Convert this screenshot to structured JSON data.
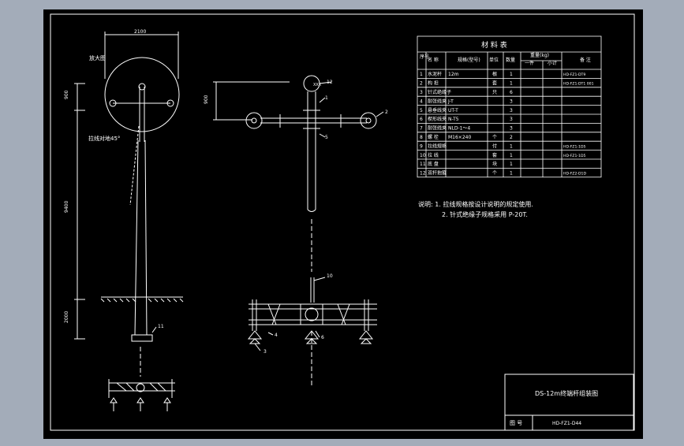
{
  "drawing": {
    "dimensions": {
      "top_width": "2100",
      "top_height": "900",
      "middle_height": "9400",
      "bottom_height": "2000",
      "side_view_height": "900"
    },
    "annotations": {
      "enlarge_label": "放大图",
      "guy_angle": "拉线对地45°"
    },
    "balloons": {
      "b12": "12",
      "b1": "1",
      "b2": "2",
      "b5": "5",
      "b11": "11",
      "b10": "10",
      "b3": "3",
      "b4": "4",
      "b6": "6",
      "ax": "XXX"
    },
    "table": {
      "title": "材 料 表",
      "headers": {
        "seq": "序号",
        "name": "名 称",
        "spec": "规格(型号)",
        "unit": "单位",
        "qty": "数量",
        "weight": "重量(kg)",
        "w_single": "一件",
        "w_total": "小计",
        "remark": "备 注"
      },
      "rows": [
        {
          "seq": "1",
          "name": "水泥杆",
          "spec": "12m",
          "unit": "根",
          "qty": "1",
          "remark": "HD-FZ1-DT9"
        },
        {
          "seq": "2",
          "name": "构 担",
          "spec": "",
          "unit": "套",
          "qty": "1",
          "remark": "HD-FZ1-DT1 001"
        },
        {
          "seq": "3",
          "name": "针式绝缘子",
          "spec": "",
          "unit": "只",
          "qty": "6",
          "remark": ""
        },
        {
          "seq": "4",
          "name": "耐张线夹",
          "spec": "J-T",
          "unit": "",
          "qty": "3",
          "remark": ""
        },
        {
          "seq": "5",
          "name": "悬垂线夹",
          "spec": "UT-T",
          "unit": "",
          "qty": "3",
          "remark": ""
        },
        {
          "seq": "6",
          "name": "楔形线夹",
          "spec": "N-T5",
          "unit": "",
          "qty": "3",
          "remark": ""
        },
        {
          "seq": "7",
          "name": "耐张线夹",
          "spec": "NLD-1～4",
          "unit": "",
          "qty": "3",
          "remark": ""
        },
        {
          "seq": "8",
          "name": "螺 栓",
          "spec": "M16×240",
          "unit": "个",
          "qty": "2",
          "remark": ""
        },
        {
          "seq": "9",
          "name": "拉线规格",
          "spec": "",
          "unit": "付",
          "qty": "1",
          "remark": "HD-FZ1-1D5"
        },
        {
          "seq": "10",
          "name": "拉 线",
          "spec": "",
          "unit": "套",
          "qty": "1",
          "remark": "HD-FZ1-1D5"
        },
        {
          "seq": "11",
          "name": "底 盘",
          "spec": "",
          "unit": "块",
          "qty": "1",
          "remark": ""
        },
        {
          "seq": "12",
          "name": "双杆抱箍",
          "spec": "",
          "unit": "个",
          "qty": "1",
          "remark": "HD-FZ2-D1D"
        }
      ]
    },
    "notes": {
      "line1": "说明: 1. 拉线规格按设计说明的规定使用.",
      "line2": "2. 针式绝缘子规格采用 P-20T."
    },
    "title_block": {
      "title": "DS-12m终端杆组装图",
      "drawing_no_label": "图 号",
      "drawing_no": "HD-FZ1-D44"
    }
  }
}
